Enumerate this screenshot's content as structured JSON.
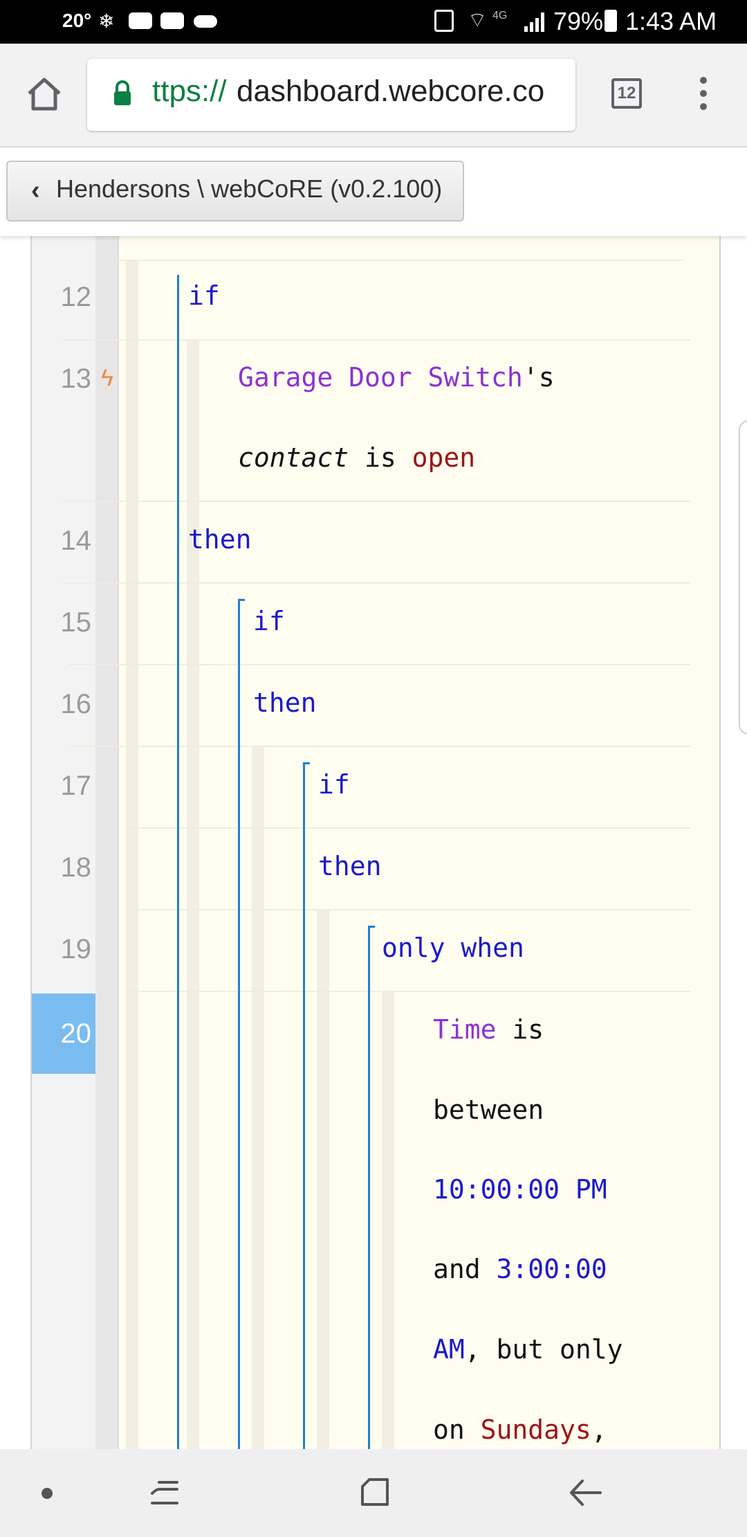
{
  "status_bar": {
    "temperature": "20°",
    "battery": "79%",
    "time": "1:43 AM",
    "network": "4G"
  },
  "browser": {
    "url_scheme": "ttps://",
    "url_host": "dashboard.webcore.co",
    "tab_count": "12",
    "icons": [
      "home-icon",
      "lock-icon",
      "tabs-icon",
      "overflow-menu-icon"
    ]
  },
  "breadcrumb": {
    "label": "Hendersons \\ webCoRE (v0.2.100)"
  },
  "editor": {
    "line_numbers": [
      "12",
      "13",
      "14",
      "15",
      "16",
      "17",
      "18",
      "19",
      "20"
    ],
    "active_line": "20",
    "lines": {
      "l12_if": "if",
      "l13_device": "Garage Door Switch",
      "l13_possessive": "'s",
      "l13_attr": "contact",
      "l13_is": " is ",
      "l13_value": "open",
      "l14_then": "then",
      "l15_if": "if",
      "l16_then": "then",
      "l17_if": "if",
      "l18_then": "then",
      "l19_only_when": "only when",
      "l20_time": "Time",
      "l20_is": " is",
      "l20_between": "between",
      "l20_start": "10:00:00 PM",
      "l20_and": "and ",
      "l20_end_a": "3:00:00",
      "l20_end_b": "AM",
      "l20_but_only": ", but only",
      "l20_on": "on ",
      "l20_day": "Sundays",
      "l20_comma": ","
    }
  },
  "nav_bar": {
    "icons": [
      "dot-icon",
      "recents-icon",
      "home-square-icon",
      "back-icon"
    ]
  }
}
